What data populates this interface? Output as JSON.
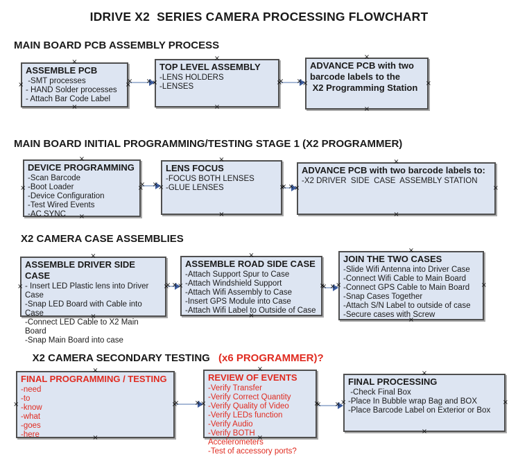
{
  "title": "IDRIVE X2  SERIES CAMERA PROCESSING FLOWCHART",
  "colors": {
    "background": "#ffffff",
    "box_fill": "#dde5f2",
    "box_border": "#4f4f4f",
    "box_shadow": "#a9a9a9",
    "arrow_line": "#a7b9d6",
    "arrow_head": "#3c5c9e",
    "text_black": "#1a1a1a",
    "text_red": "#e02b20"
  },
  "icons": {
    "connection_point": "×",
    "arrow_head": "right-triangle"
  },
  "sections": [
    {
      "heading": "MAIN BOARD PCB ASSEMBLY PROCESS",
      "boxes": [
        {
          "title": "ASSEMBLE PCB",
          "items": [
            " -SMT processes",
            "- HAND Solder processes",
            "- Attach Bar Code Label"
          ]
        },
        {
          "title": "TOP LEVEL ASSEMBLY",
          "items": [
            "-LENS HOLDERS",
            "-LENSES"
          ]
        },
        {
          "title": "ADVANCE PCB with two\nbarcode labels to the\n X2 Programming Station",
          "items": []
        }
      ]
    },
    {
      "heading": "MAIN BOARD INITIAL PROGRAMMING/TESTING STAGE 1 (X2 PROGRAMMER)",
      "boxes": [
        {
          "title": "DEVICE PROGRAMMING",
          "items": [
            "-Scan Barcode",
            "-Boot Loader",
            "-Device Configuration",
            "-Test Wired Events",
            "-AC SYNC"
          ]
        },
        {
          "title": "LENS FOCUS",
          "items": [
            "-FOCUS BOTH LENSES",
            "-GLUE LENSES"
          ]
        },
        {
          "title": "ADVANCE PCB with two barcode labels to:",
          "items": [
            "-X2 DRIVER  SIDE  CASE  ASSEMBLY STATION"
          ]
        }
      ]
    },
    {
      "heading": "X2 CAMERA CASE ASSEMBLIES",
      "boxes": [
        {
          "title": "ASSEMBLE DRIVER SIDE CASE",
          "items": [
            "- Insert LED Plastic lens into Driver Case",
            "-Snap LED Board with Cable into Case",
            "-Connect LED Cable to X2 Main Board",
            "-Snap Main Board into case"
          ]
        },
        {
          "title": "ASSEMBLE ROAD SIDE CASE",
          "items": [
            "-Attach Support Spur to Case",
            "-Attach Windshield Support",
            "-Attach Wifi Assembly to Case",
            "-Insert GPS Module into Case",
            "-Attach Wifi Label to Outside of Case"
          ]
        },
        {
          "title": "JOIN THE TWO CASES",
          "items": [
            "-Slide Wifi Antenna into Driver Case",
            "-Connect Wifi Cable to Main Board",
            "-Connect GPS Cable to Main Board",
            "-Snap Cases Together",
            "-Attach S/N Label to outside of case",
            "-Secure cases with Screw"
          ]
        }
      ]
    },
    {
      "heading": "X2 CAMERA SECONDARY TESTING ",
      "heading_red": "(x6 PROGRAMMER)?",
      "boxes": [
        {
          "title": "FINAL PROGRAMMING / TESTING",
          "items": [
            "-need",
            "-to",
            "-know",
            "-what",
            "-goes",
            "-here"
          ]
        },
        {
          "title": "REVIEW OF EVENTS",
          "items": [
            "-Verify Transfer",
            "-Verify Correct Quantity",
            "-Verify Quality of Video",
            "-Verify LEDs function",
            "-Verify Audio",
            "-Verify BOTH Accelerometers",
            "-Test of accessory ports?"
          ]
        },
        {
          "title": "FINAL PROCESSING",
          "items": [
            " -Check Final Box",
            "-Place In Bubble wrap Bag and BOX",
            "-Place Barcode Label on Exterior or Box"
          ]
        }
      ]
    }
  ]
}
